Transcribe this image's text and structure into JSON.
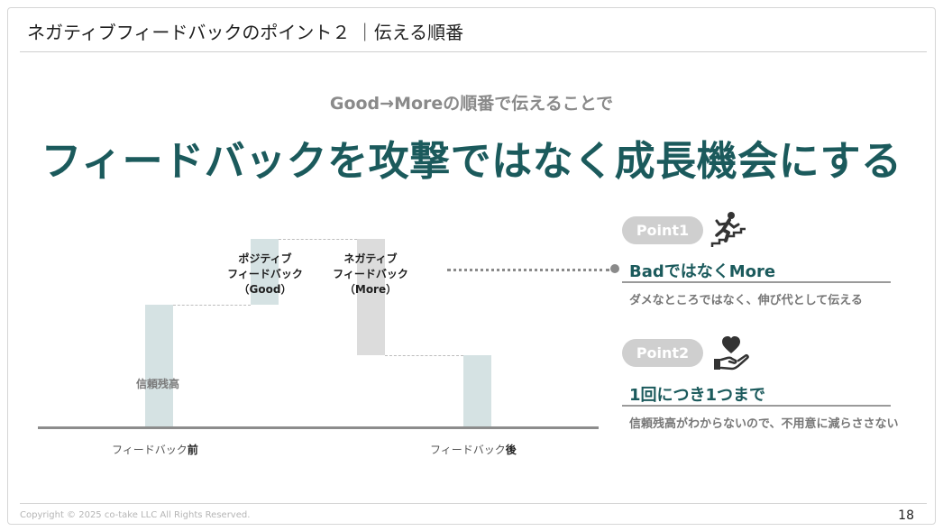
{
  "header": {
    "title": "ネガティブフィードバックのポイント２ ｜伝える順番"
  },
  "main": {
    "subhead": "Good→Moreの順番で伝えることで",
    "headline": "フィードバックを攻撃ではなく成長機会にする"
  },
  "diagram": {
    "trust_label": "信頼残高",
    "positive_label": [
      "ポジティブ",
      "フィードバック",
      "（Good）"
    ],
    "negative_label": [
      "ネガティブ",
      "フィードバック",
      "（More）"
    ],
    "before_label": "フィードバック",
    "before_suffix": "前",
    "after_label": "フィードバック",
    "after_suffix": "後",
    "colors": {
      "trust_bar": "#d5e2e3",
      "positive_bar": "#d5e2e3",
      "negative_bar": "#dcdcdc"
    }
  },
  "points": [
    {
      "badge": "Point1",
      "icon": "running-stairs-icon",
      "title": "BadではなくMore",
      "desc": "ダメなところではなく、伸び代として伝える"
    },
    {
      "badge": "Point2",
      "icon": "heart-hand-icon",
      "title": "1回につき1つまで",
      "desc": "信頼残高がわからないので、不用意に減らささない"
    }
  ],
  "footer": {
    "copyright": "Copyright © 2025 co-take LLC All Rights Reserved.",
    "page": "18"
  },
  "colors": {
    "accent": "#1b5a5c",
    "pill": "#cfcfcf",
    "muted": "#8a8a8a"
  }
}
